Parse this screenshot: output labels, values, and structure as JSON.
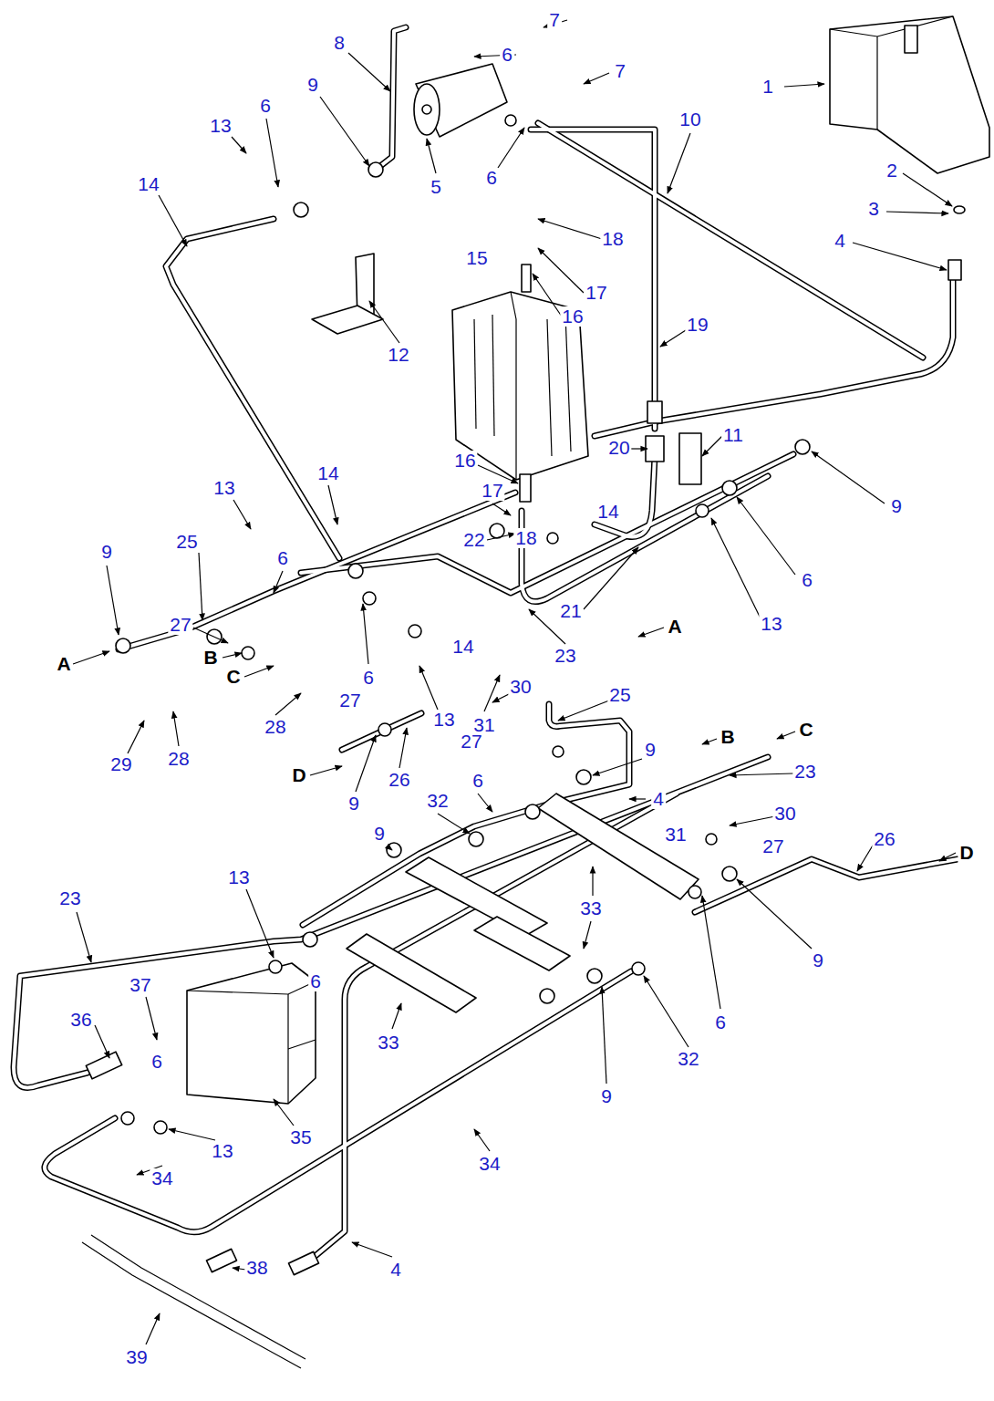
{
  "diagram": {
    "labels": [
      "7",
      "8",
      "6",
      "7",
      "9",
      "1",
      "10",
      "13",
      "6",
      "5",
      "6",
      "2",
      "14",
      "3",
      "18",
      "4",
      "15",
      "17",
      "16",
      "19",
      "12",
      "11",
      "16",
      "20",
      "9",
      "13",
      "14",
      "17",
      "14",
      "25",
      "22",
      "18",
      "9",
      "6",
      "6",
      "21",
      "27",
      "A",
      "B",
      "14",
      "23",
      "13",
      "A",
      "C",
      "6",
      "27",
      "25",
      "30",
      "31",
      "29",
      "28",
      "28",
      "13",
      "27",
      "9",
      "B",
      "C",
      "23",
      "D",
      "26",
      "9",
      "32",
      "6",
      "4",
      "30",
      "27",
      "26",
      "D",
      "9",
      "31",
      "33",
      "9",
      "23",
      "13",
      "37",
      "6",
      "36",
      "33",
      "6",
      "6",
      "32",
      "9",
      "35",
      "13",
      "34",
      "34",
      "38",
      "4",
      "39"
    ]
  }
}
